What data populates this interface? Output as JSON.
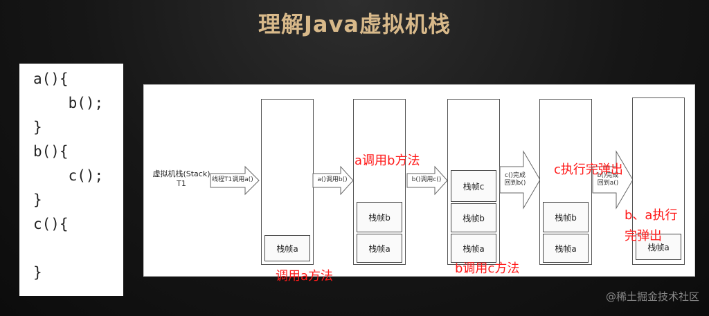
{
  "title": "理解Java虚拟机栈",
  "code": [
    "a(){",
    "    b();",
    "}",
    "b(){",
    "    c();",
    "}",
    "c(){",
    "",
    "}"
  ],
  "stack_name": [
    "虚拟机栈(Stack)",
    "T1"
  ],
  "arrows": {
    "a1": [
      "线程T1调用a()"
    ],
    "a2": [
      "a()调用b()"
    ],
    "a3": [
      "b()调用c()"
    ],
    "a4": [
      "c()完成",
      "回到b()"
    ],
    "a5": [
      "b()完成",
      "回到a()"
    ]
  },
  "frames": {
    "a": "栈帧a",
    "b": "栈帧b",
    "c": "栈帧c"
  },
  "steps": {
    "call_a": "调用a方法",
    "a_call_b": "a调用b方法",
    "b_call_c": "b调用c方法",
    "c_pop": "c执行完弹出",
    "ba_pop_1": "b、a执行",
    "ba_pop_2": "完弹出"
  },
  "watermark": "@稀土掘金技术社区"
}
